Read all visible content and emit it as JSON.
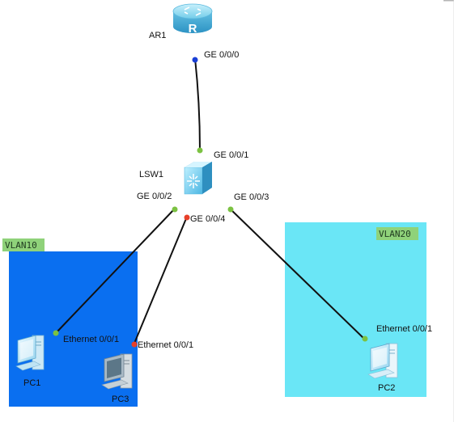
{
  "devices": {
    "router": {
      "name": "AR1",
      "icon": "router-icon"
    },
    "switch": {
      "name": "LSW1",
      "icon": "switch-icon"
    },
    "pc1": {
      "name": "PC1",
      "icon": "pc-icon"
    },
    "pc2": {
      "name": "PC2",
      "icon": "pc-icon"
    },
    "pc3": {
      "name": "PC3",
      "icon": "pc-icon"
    }
  },
  "vlans": [
    {
      "label": "VLAN10",
      "color": "#0a6ff0"
    },
    {
      "label": "VLAN20",
      "color": "#6ae6f6"
    }
  ],
  "ports": {
    "ar1_ge000": "GE 0/0/0",
    "lsw1_ge001": "GE 0/0/1",
    "lsw1_ge002": "GE 0/0/2",
    "lsw1_ge003": "GE 0/0/3",
    "lsw1_ge004": "GE 0/0/4",
    "pc1_eth": "Ethernet 0/0/1",
    "pc3_eth": "Ethernet 0/0/1",
    "pc2_eth": "Ethernet 0/0/1"
  },
  "colors": {
    "link": "#111111",
    "port_up": "#7cc242",
    "port_down": "#e8402a",
    "port_router": "#1a3fd6",
    "tag_bg": "#8fd27a"
  }
}
